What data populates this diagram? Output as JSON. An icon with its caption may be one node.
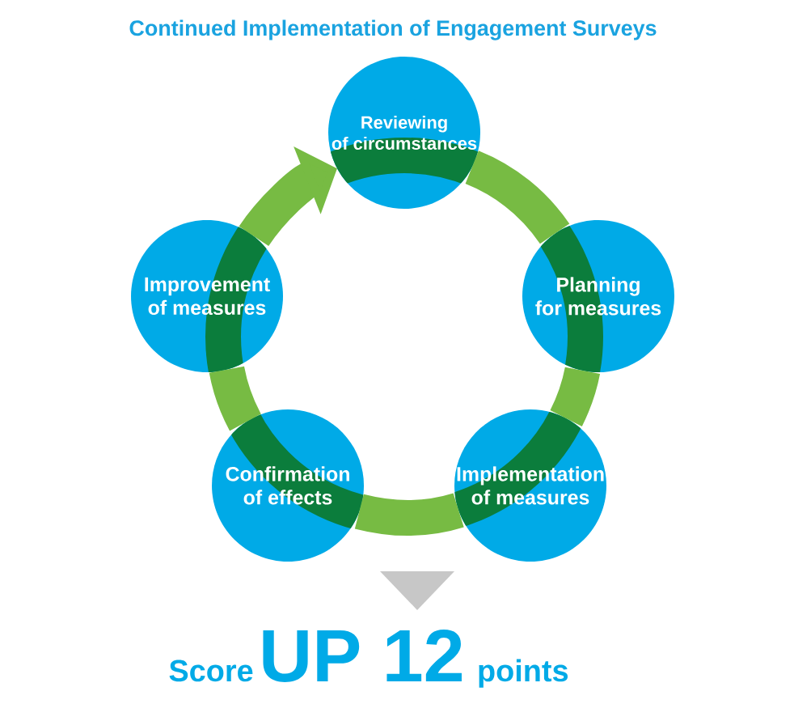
{
  "diagram": {
    "title": "Continued Implementation of Engagement Surveys",
    "nodes": [
      {
        "text": [
          "Reviewing of circumstances"
        ]
      },
      {
        "text": [
          "Planning for measures"
        ]
      },
      {
        "text": [
          "Implementation of measures"
        ]
      },
      {
        "text": [
          "Confirmation of effects"
        ]
      },
      {
        "text": [
          "Improvement of measures"
        ]
      }
    ],
    "edges": [
      {
        "from": 0,
        "to": 1,
        "arrow": "none"
      },
      {
        "from": 1,
        "to": 2,
        "arrow": "none"
      },
      {
        "from": 2,
        "to": 3,
        "arrow": "none"
      },
      {
        "from": 3,
        "to": 4,
        "arrow": "none"
      },
      {
        "from": 4,
        "to": 0,
        "arrow": "to"
      }
    ],
    "labels": [
      "Score",
      "UP 12",
      "points"
    ]
  }
}
